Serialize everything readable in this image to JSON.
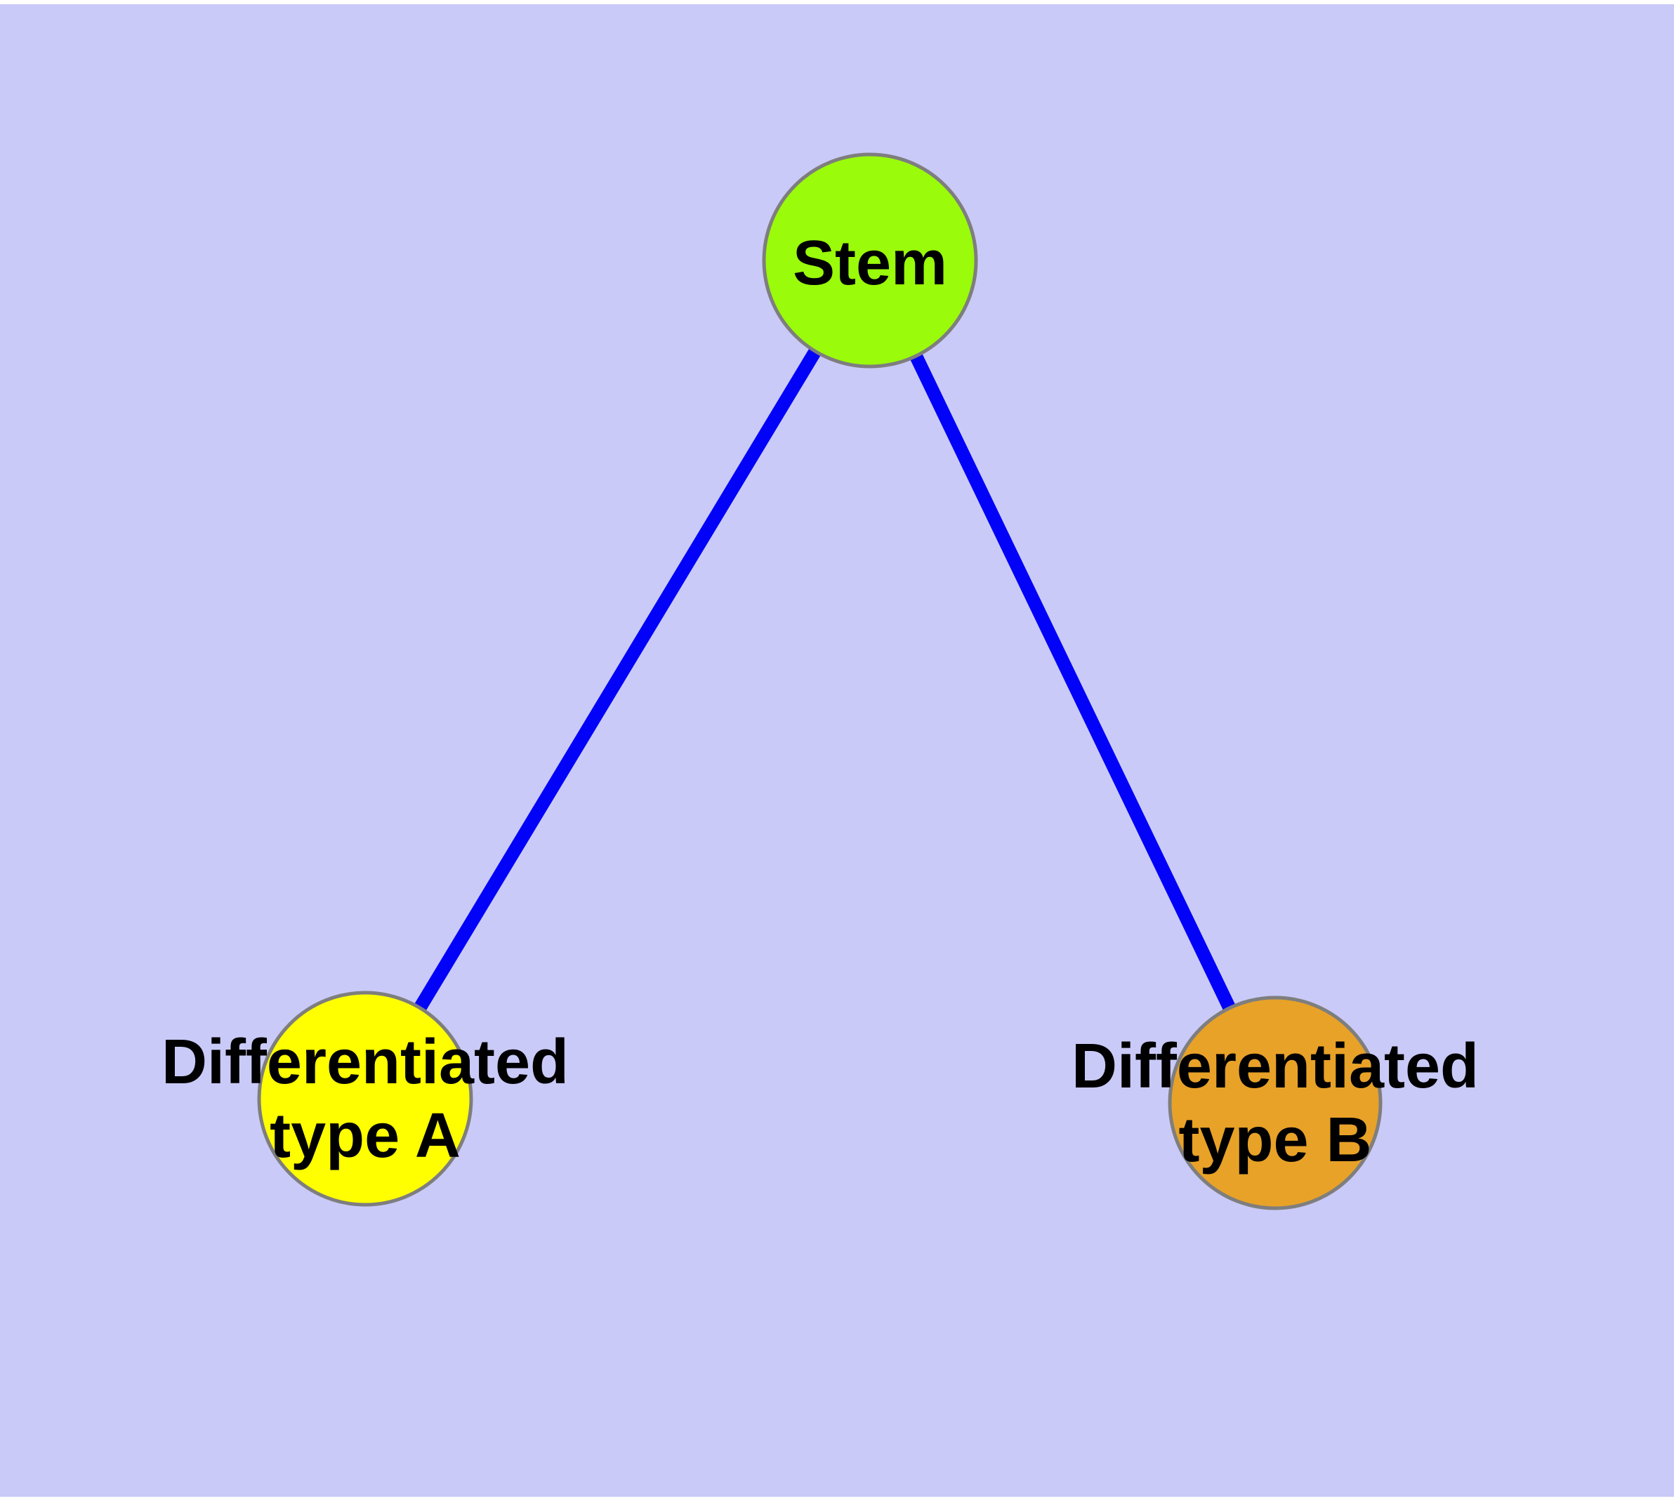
{
  "graph": {
    "nodes": [
      {
        "id": "stem",
        "label": "Stem",
        "fill": "#9AFB0A"
      },
      {
        "id": "type-a",
        "label_line1": "Differentiated",
        "label_line2": "type A",
        "fill": "#FFFF00"
      },
      {
        "id": "type-b",
        "label_line1": "Differentiated",
        "label_line2": "type B",
        "fill": "#E8A228"
      }
    ],
    "edges": [
      {
        "from": "stem",
        "to": "type-a"
      },
      {
        "from": "stem",
        "to": "type-b"
      }
    ],
    "colors": {
      "background": "#CACAF8",
      "page_margin": "#FFFFFF",
      "edge": "#0202F8",
      "node_border": "#7E7E7E",
      "label_text": "#000000"
    }
  }
}
